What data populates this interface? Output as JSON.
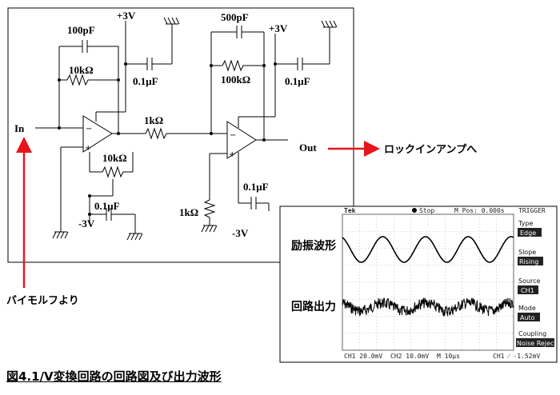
{
  "circuit": {
    "cap_100p": "100pF",
    "res_10k_fb": "10kΩ",
    "supply_pos_1": "+3V",
    "cap_01u_1": "0.1μF",
    "input_label": "In",
    "res_1k_series": "1kΩ",
    "res_10k_offset": "10kΩ",
    "cap_01u_2": "0.1μF",
    "supply_neg_1": "-3V",
    "cap_500p": "500pF",
    "supply_pos_2": "+3V",
    "res_100k_fb": "100kΩ",
    "cap_01u_3": "0.1μF",
    "output_label": "Out",
    "res_1k_ground": "1kΩ",
    "cap_01u_4": "0.1μF",
    "supply_neg_2": "-3V"
  },
  "annotations": {
    "to_lockin": "ロックインアンプへ",
    "from_bimorph": "バイモルフより"
  },
  "scope": {
    "header_brand": "Tek",
    "header_run": "Stop",
    "header_pos": "M Pos: 0.000s",
    "header_trig": "TRIGGER",
    "label_excitation": "励振波形",
    "label_output": "回路出力",
    "side_type_title": "Type",
    "side_type_value": "Edge",
    "side_slope_title": "Slope",
    "side_slope_value": "Rising",
    "side_source_title": "Source",
    "side_source_value": "CH1",
    "side_mode_title": "Mode",
    "side_mode_value": "Auto",
    "side_coupling_title": "Coupling",
    "side_coupling_value": "Noise Reject",
    "footer_ch1": "CH1 20.0mV",
    "footer_ch2": "CH2 10.0mV",
    "footer_time": "M 10μs",
    "footer_trig": "CH1 ⁄ -1.52mV"
  },
  "caption": "図4.1/V変換回路の回路図及び出力波形",
  "colors": {
    "arrow": "#e8141c",
    "line": "#000000"
  }
}
